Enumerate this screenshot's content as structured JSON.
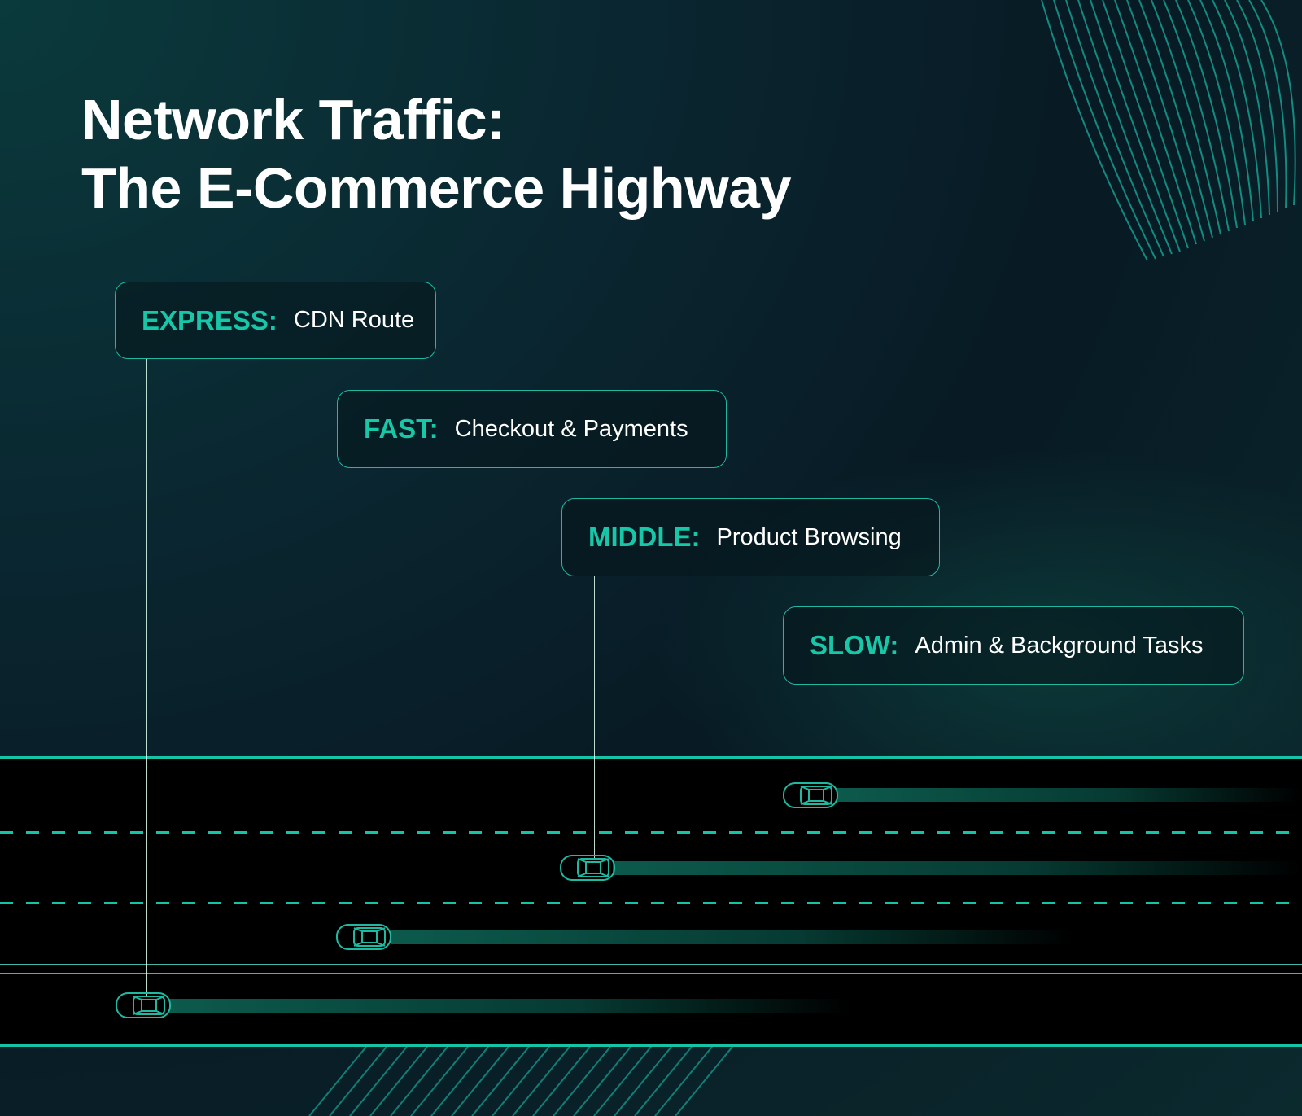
{
  "title": {
    "line1": "Network Traffic:",
    "line2": "The E-Commerce Highway"
  },
  "lanes": [
    {
      "key": "EXPRESS:",
      "label": "CDN Route"
    },
    {
      "key": "FAST:",
      "label": "Checkout & Payments"
    },
    {
      "key": "MIDDLE:",
      "label": "Product Browsing"
    },
    {
      "key": "SLOW:",
      "label": "Admin & Background Tasks"
    }
  ],
  "colors": {
    "accent": "#14c4a6",
    "background": "#081a24",
    "road": "#000000"
  }
}
